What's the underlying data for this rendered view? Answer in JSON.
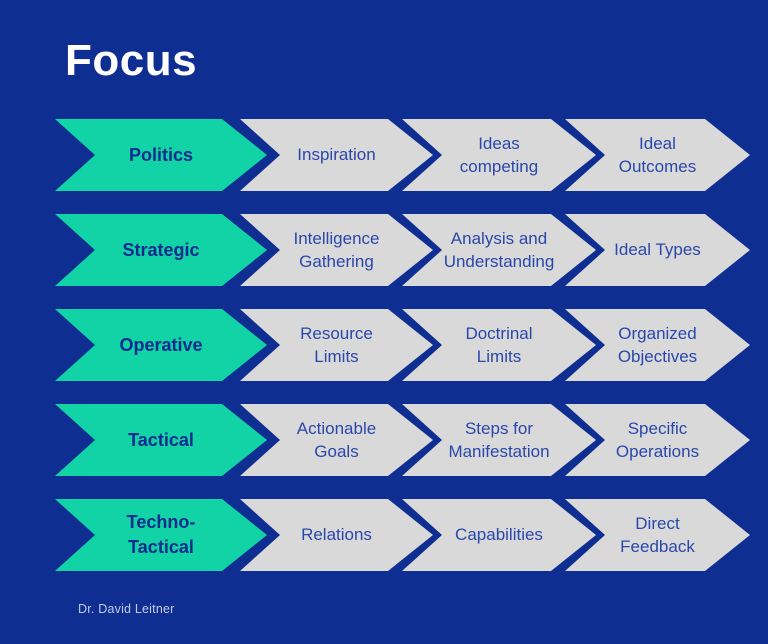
{
  "title": "Focus",
  "footer": "Dr. David Leitner",
  "colors": {
    "background": "#0f2e92",
    "label_arrow": "#11d3a6",
    "step_arrow": "#d9d9d9",
    "label_text": "#0d2b8e",
    "step_text": "#2a47ab",
    "title_text": "#ffffff",
    "footer_text": "#c3cbe8"
  },
  "rows": [
    {
      "label": "Politics",
      "steps": [
        "Inspiration",
        "Ideas\ncompeting",
        "Ideal\nOutcomes"
      ]
    },
    {
      "label": "Strategic",
      "steps": [
        "Intelligence\nGathering",
        "Analysis and\nUnderstanding",
        "Ideal Types"
      ]
    },
    {
      "label": "Operative",
      "steps": [
        "Resource\nLimits",
        "Doctrinal\nLimits",
        "Organized\nObjectives"
      ]
    },
    {
      "label": "Tactical",
      "steps": [
        "Actionable\nGoals",
        "Steps for\nManifestation",
        "Specific\nOperations"
      ]
    },
    {
      "label": "Techno-\nTactical",
      "steps": [
        "Relations",
        "Capabilities",
        "Direct\nFeedback"
      ]
    }
  ]
}
